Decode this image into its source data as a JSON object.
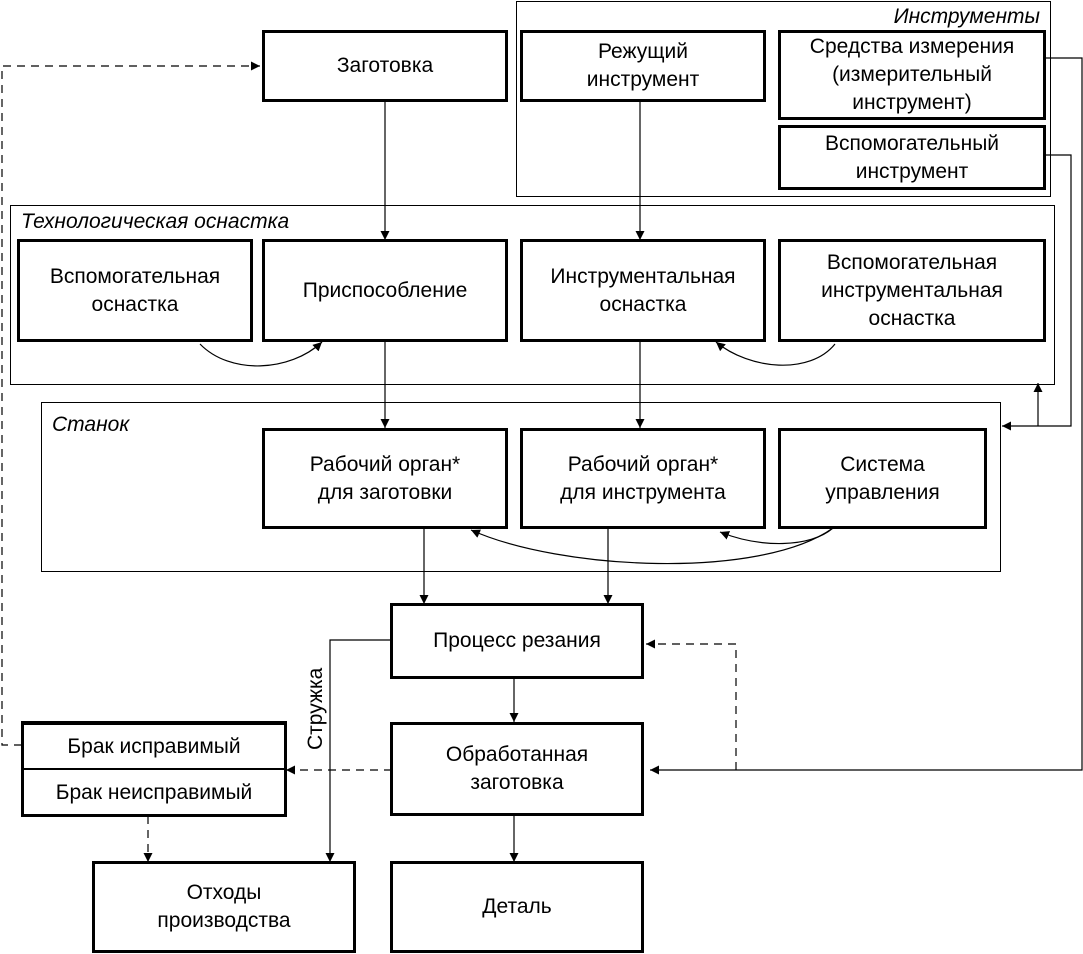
{
  "groups": {
    "instruments": "Инструменты",
    "tech_equipment": "Технологическая оснастка",
    "machine": "Станок"
  },
  "boxes": {
    "workpiece": "Заготовка",
    "cutting_tool": "Режущий\nинструмент",
    "measuring_tools": "Средства измерения\n(измерительный\nинструмент)",
    "auxiliary_tool": "Вспомогательный\nинструмент",
    "auxiliary_equipment": "Вспомогательная\nоснастка",
    "fixture": "Приспособление",
    "tool_equipment": "Инструментальная\nоснастка",
    "auxiliary_tool_equipment": "Вспомогательная\nинструментальная\nоснастка",
    "work_organ_workpiece": "Рабочий орган*\nдля заготовки",
    "work_organ_tool": "Рабочий орган*\nдля инструмента",
    "control_system": "Система\nуправления",
    "cutting_process": "Процесс резания",
    "processed_workpiece": "Обработанная\nзаготовка",
    "defect_correctable": "Брак исправимый",
    "defect_uncorrectable": "Брак неисправимый",
    "production_waste": "Отходы\nпроизводства",
    "part": "Деталь"
  },
  "labels": {
    "chips": "Стружка"
  }
}
